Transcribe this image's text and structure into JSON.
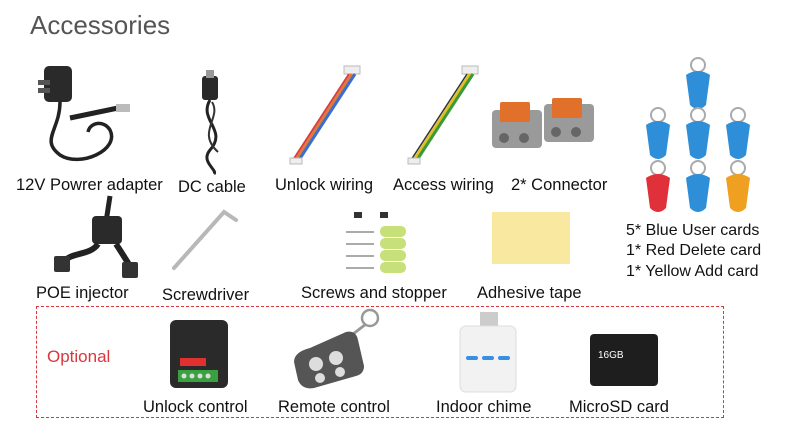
{
  "title": "Accessories",
  "items_row1": [
    {
      "label": "12V Powrer adapter",
      "icon": "power-adapter-icon"
    },
    {
      "label": "DC cable",
      "icon": "dc-cable-icon"
    },
    {
      "label": "Unlock wiring",
      "icon": "unlock-wiring-icon"
    },
    {
      "label": "Access wiring",
      "icon": "access-wiring-icon"
    },
    {
      "label": "2* Connector",
      "icon": "connector-icon"
    }
  ],
  "items_row2": [
    {
      "label": "POE injector",
      "icon": "poe-injector-icon"
    },
    {
      "label": "Screwdriver",
      "icon": "screwdriver-icon"
    },
    {
      "label": "Screws and stopper",
      "icon": "screws-icon"
    },
    {
      "label": "Adhesive tape",
      "icon": "adhesive-tape-icon"
    }
  ],
  "cards": {
    "lines": [
      "5*  Blue User cards",
      "1*  Red Delete card",
      "1*  Yellow Add card"
    ],
    "colors": {
      "blue": "#2e8fd8",
      "red": "#e0303a",
      "yellow": "#f0a020"
    }
  },
  "optional": {
    "label": "Optional",
    "border_color": "#d9363e",
    "items": [
      {
        "label": "Unlock control",
        "icon": "unlock-control-icon"
      },
      {
        "label": "Remote control",
        "icon": "remote-control-icon"
      },
      {
        "label": "Indoor chime",
        "icon": "indoor-chime-icon"
      },
      {
        "label": "MicroSD card",
        "icon": "microsd-card-icon",
        "card_text": "16GB"
      }
    ]
  }
}
